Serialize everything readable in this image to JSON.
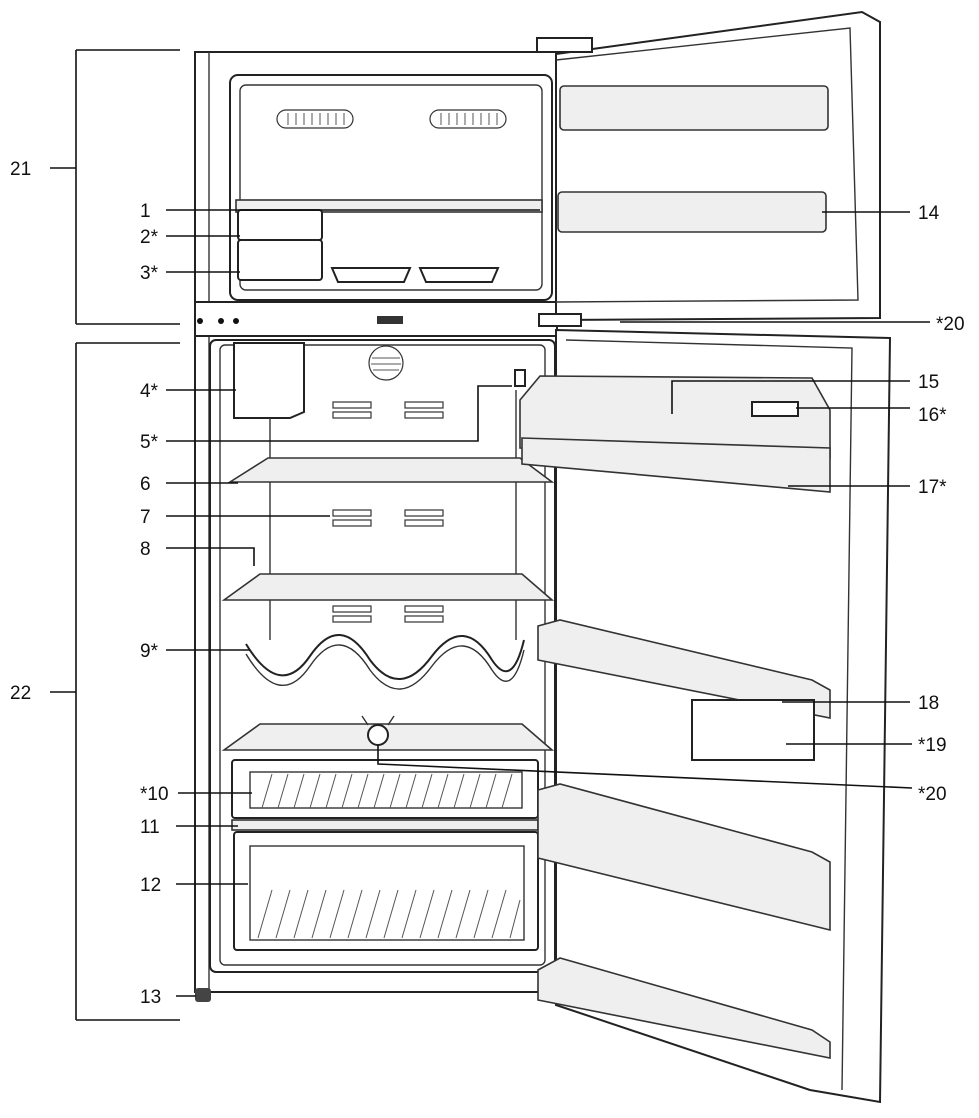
{
  "labels": {
    "l1": "1",
    "l2": "2*",
    "l3": "3*",
    "l4": "4*",
    "l5": "5*",
    "l6": "6",
    "l7": "7",
    "l8": "8",
    "l9": "9*",
    "l10": "*10",
    "l11": "11",
    "l12": "12",
    "l13": "13",
    "l14": "14",
    "l15": "15",
    "l16": "16*",
    "l17": "17*",
    "l18": "18",
    "l19": "*19",
    "l20a": "*20",
    "l20b": "*20",
    "l21": "21",
    "l22": "22"
  }
}
